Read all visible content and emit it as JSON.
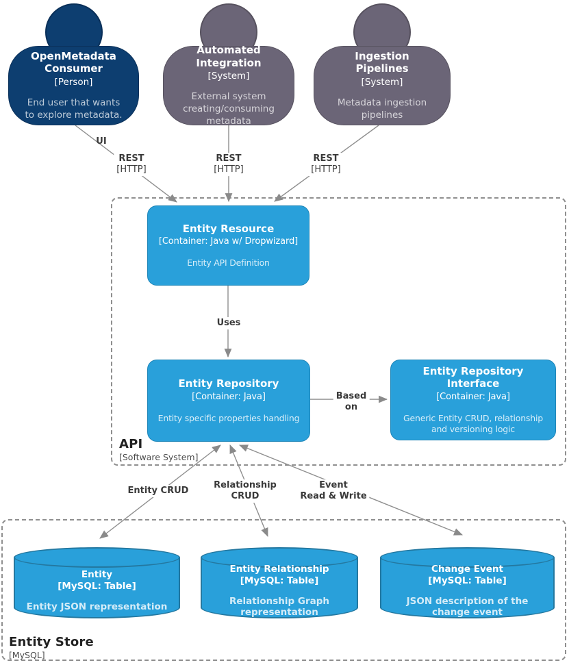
{
  "colors": {
    "person_fill": "#0d3e70",
    "external_system_fill": "#6b6577",
    "container_fill": "#29a0da",
    "edge_line": "#8f8f8f",
    "edge_label_text": "#3a3a3a"
  },
  "actors": [
    {
      "title": "OpenMetadata Consumer",
      "meta": "[Person]",
      "description": "End user that wants to explore metadata."
    },
    {
      "title": "Automated Integration",
      "meta": "[System]",
      "description": "External system creating/consuming metadata"
    },
    {
      "title": "Ingestion Pipelines",
      "meta": "[System]",
      "description": "Metadata ingestion pipelines"
    }
  ],
  "containers": {
    "entity_resource": {
      "title": "Entity Resource",
      "meta": "[Container: Java w/ Dropwizard]",
      "description": "Entity API Definition"
    },
    "entity_repository": {
      "title": "Entity Repository",
      "meta": "[Container: Java]",
      "description": "Entity specific properties handling"
    },
    "entity_repository_interface": {
      "title": "Entity Repository Interface",
      "meta": "[Container: Java]",
      "description": "Generic Entity CRUD, relationship and versioning logic"
    }
  },
  "boundaries": {
    "api": {
      "title": "API",
      "meta": "[Software System]"
    },
    "entity_store": {
      "title": "Entity Store",
      "meta": "[MySQL]"
    }
  },
  "databases": [
    {
      "title": "Entity",
      "meta": "[MySQL: Table]",
      "description": "Entity JSON representation"
    },
    {
      "title": "Entity Relationship",
      "meta": "[MySQL: Table]",
      "description": "Relationship Graph representation"
    },
    {
      "title": "Change Event",
      "meta": "[MySQL: Table]",
      "description": "JSON description of the change event"
    }
  ],
  "edges": {
    "ui": {
      "label": "UI"
    },
    "rest1": {
      "label": "REST",
      "meta": "[HTTP]"
    },
    "rest2": {
      "label": "REST",
      "meta": "[HTTP]"
    },
    "rest3": {
      "label": "REST",
      "meta": "[HTTP]"
    },
    "uses": {
      "label": "Uses"
    },
    "based_on": {
      "line1": "Based",
      "line2": "on"
    },
    "entity_crud": {
      "label": "Entity CRUD"
    },
    "relationship_crud": {
      "line1": "Relationship",
      "line2": "CRUD"
    },
    "event_read_write": {
      "line1": "Event",
      "line2": "Read & Write"
    }
  }
}
